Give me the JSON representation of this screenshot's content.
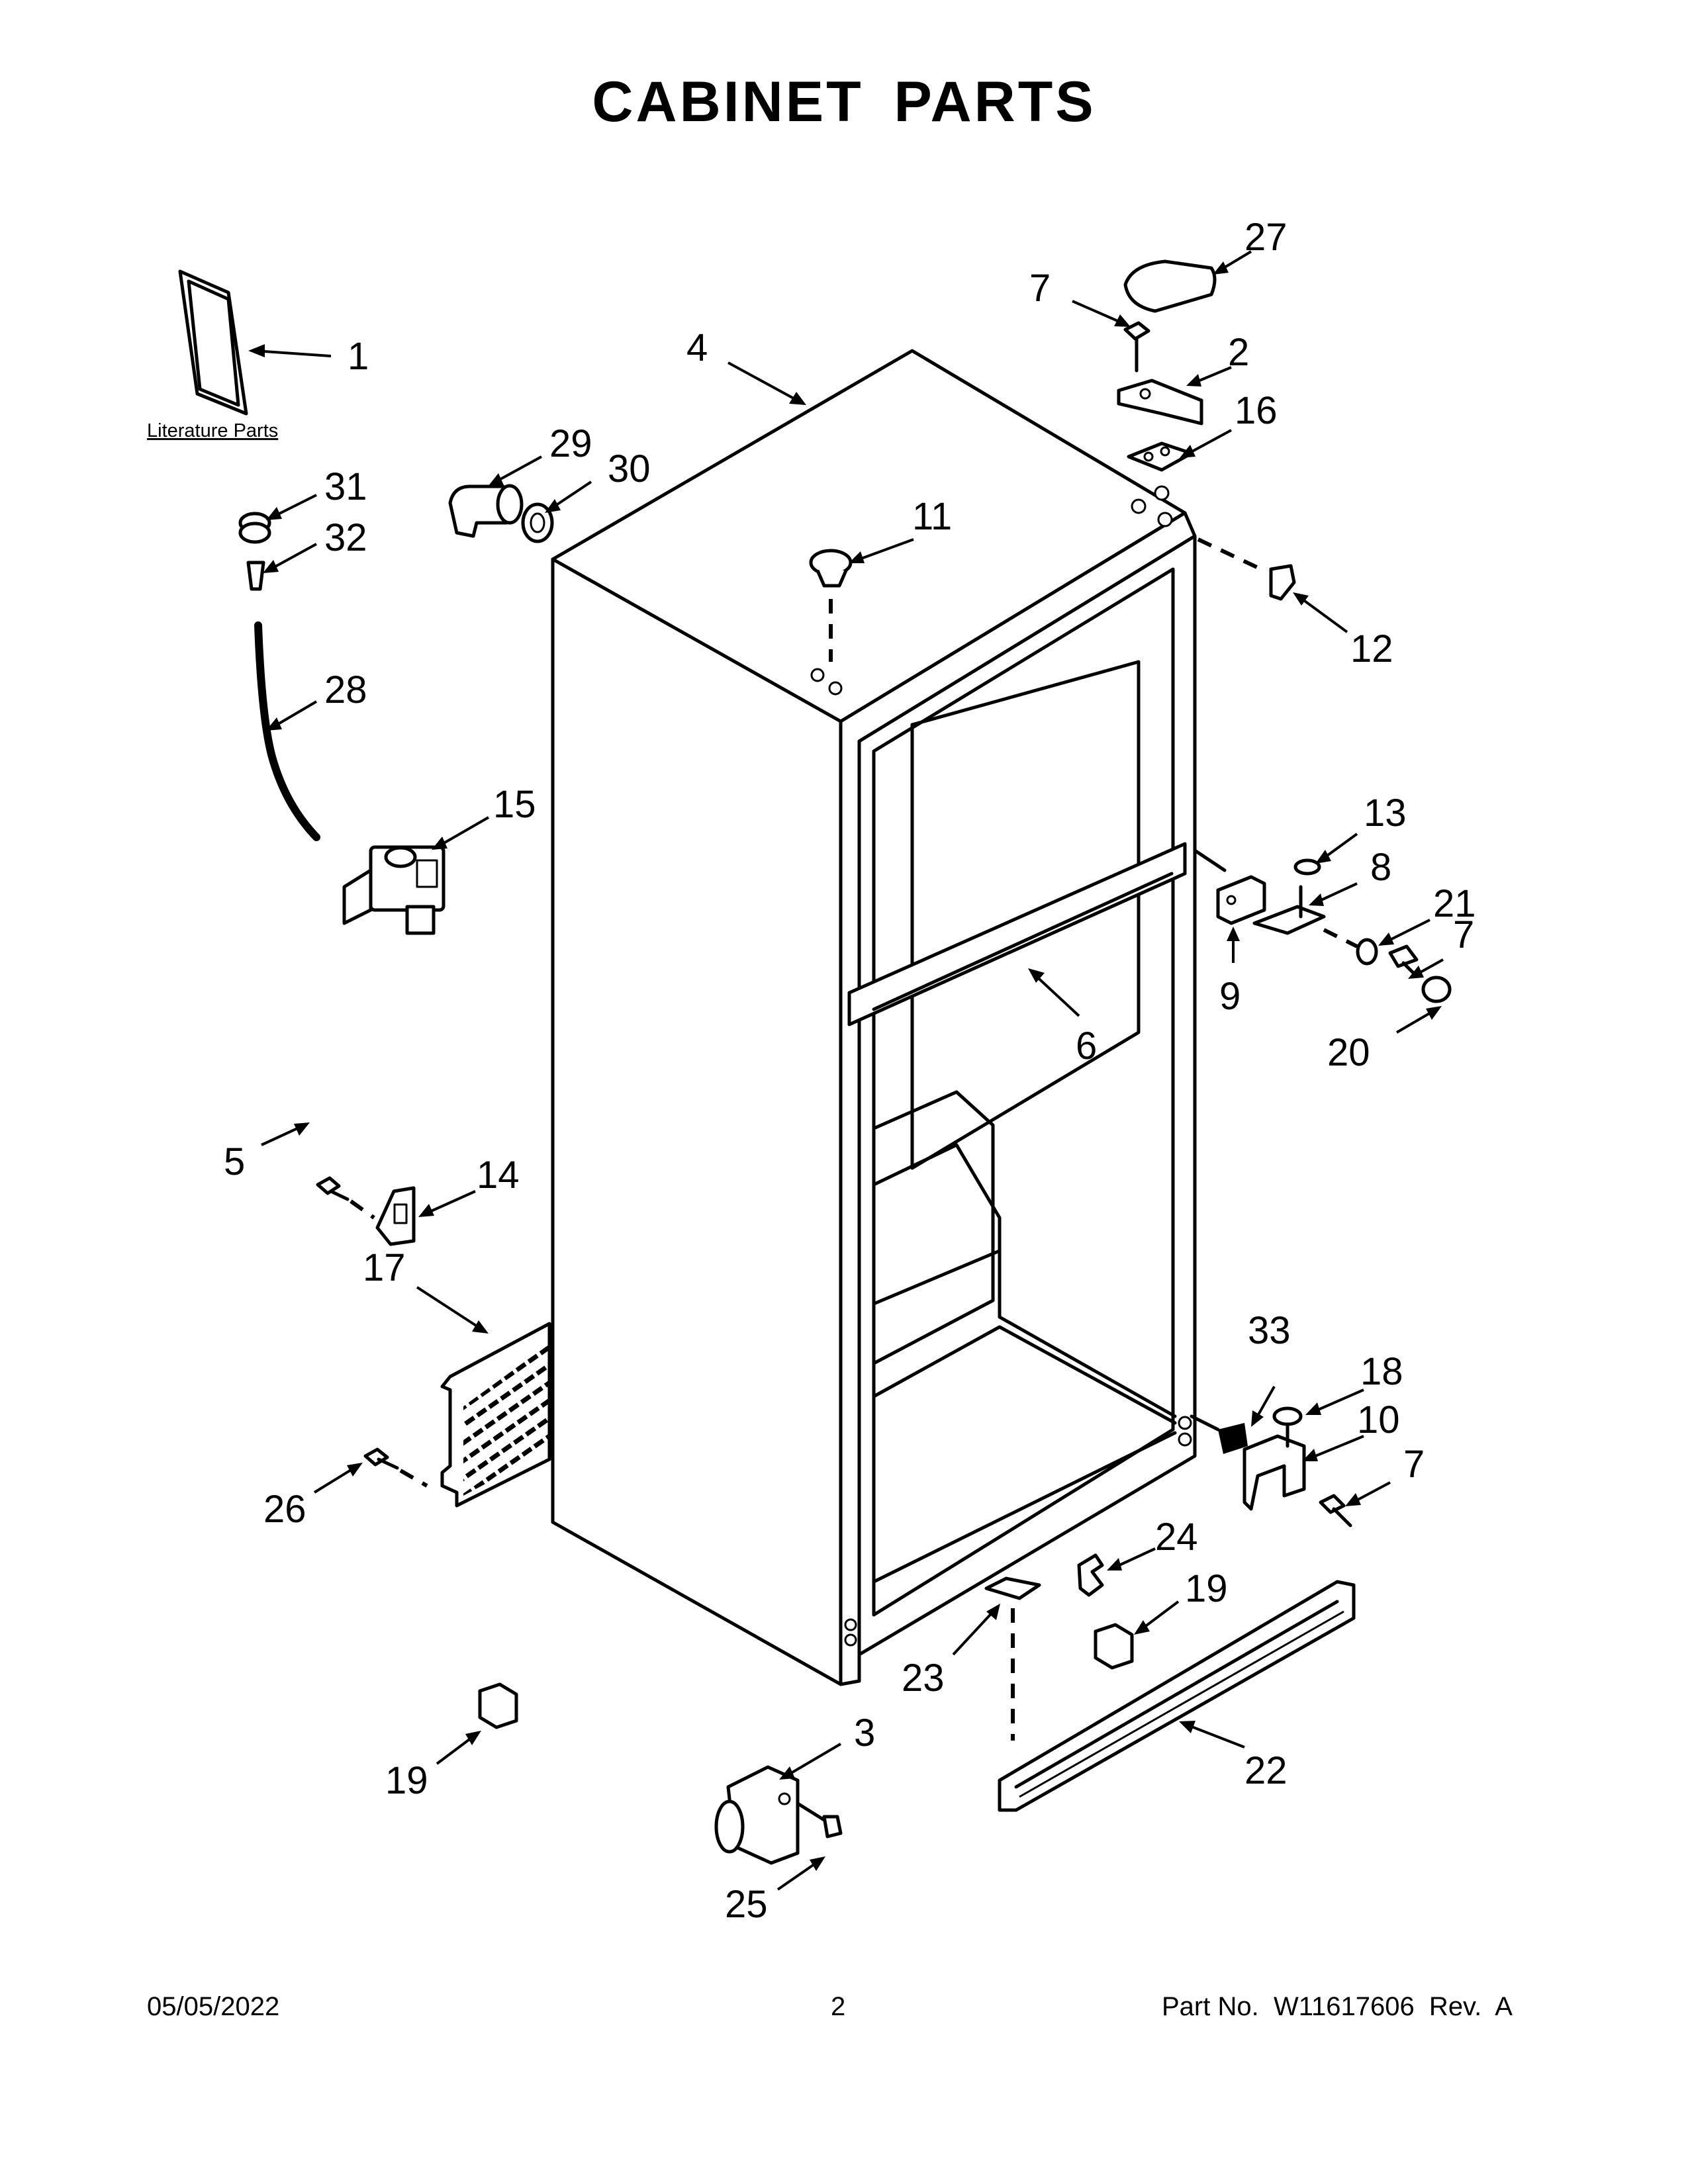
{
  "page": {
    "title": "CABINET PARTS",
    "literature_label": "Literature Parts"
  },
  "footer": {
    "date": "05/05/2022",
    "page_number": "2",
    "part_info": "Part No.  W11617606  Rev.  A"
  },
  "callouts": {
    "c1": "1",
    "c2": "2",
    "c3": "3",
    "c4": "4",
    "c5": "5",
    "c6": "6",
    "c7a": "7",
    "c7b": "7",
    "c7c": "7",
    "c8": "8",
    "c9": "9",
    "c10": "10",
    "c11": "11",
    "c12": "12",
    "c13": "13",
    "c14": "14",
    "c15": "15",
    "c16": "16",
    "c17": "17",
    "c18": "18",
    "c19a": "19",
    "c19b": "19",
    "c20": "20",
    "c21": "21",
    "c22": "22",
    "c23": "23",
    "c24": "24",
    "c25": "25",
    "c26": "26",
    "c27": "27",
    "c28": "28",
    "c29": "29",
    "c30": "30",
    "c31": "31",
    "c32": "32",
    "c33": "33"
  }
}
